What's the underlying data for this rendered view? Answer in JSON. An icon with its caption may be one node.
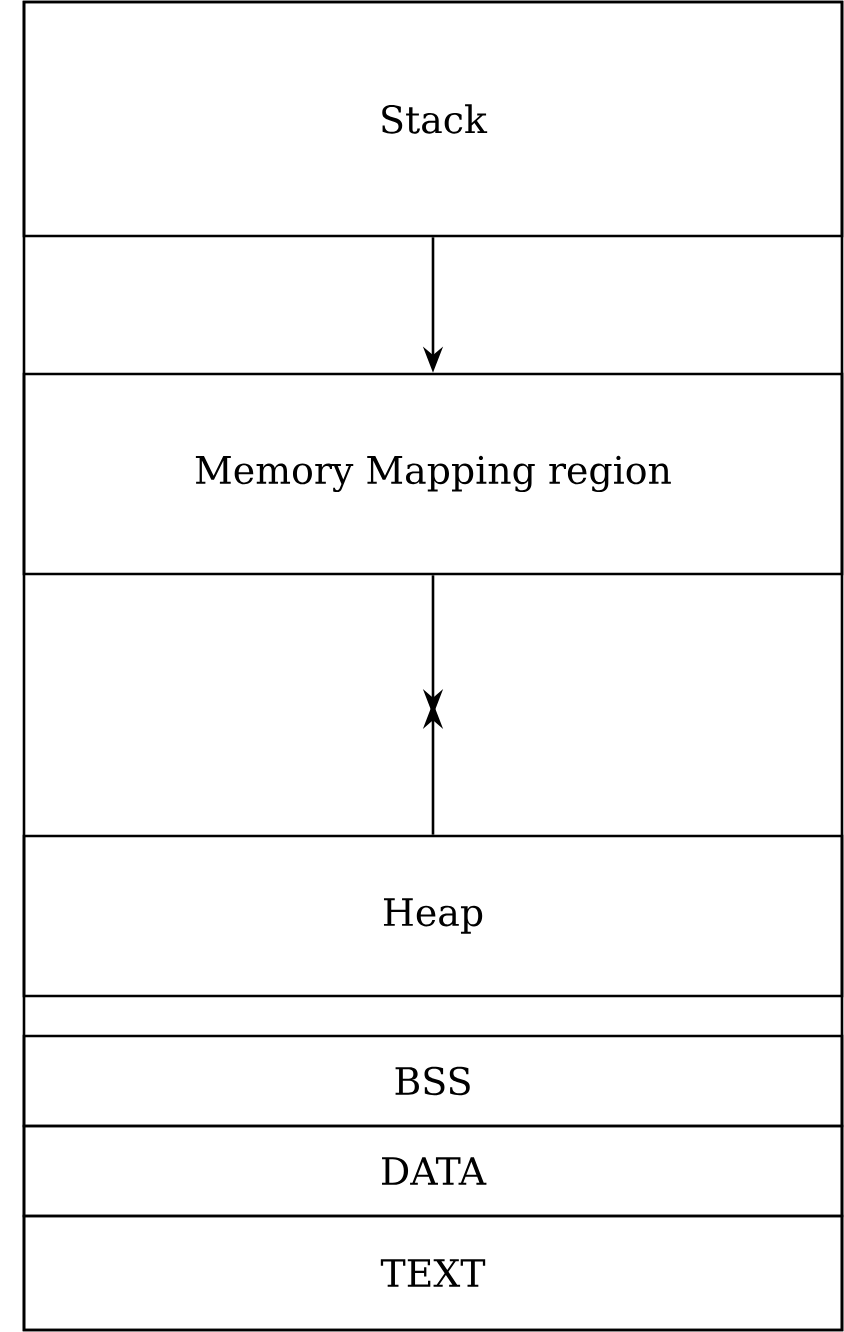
{
  "diagram": {
    "nodes": [
      {
        "text": [
          "Stack"
        ]
      },
      {
        "text": [
          "Memory Mapping region"
        ]
      },
      {
        "text": [
          "Heap"
        ]
      },
      {
        "text": [
          "BSS"
        ]
      },
      {
        "text": [
          "DATA"
        ]
      },
      {
        "text": [
          "TEXT"
        ]
      }
    ],
    "edges": [
      {
        "from": 0,
        "to": 1,
        "arrow": "to"
      },
      {
        "from": 1,
        "to": null,
        "arrow": "to"
      },
      {
        "from": 2,
        "to": null,
        "arrow": "to"
      }
    ]
  }
}
